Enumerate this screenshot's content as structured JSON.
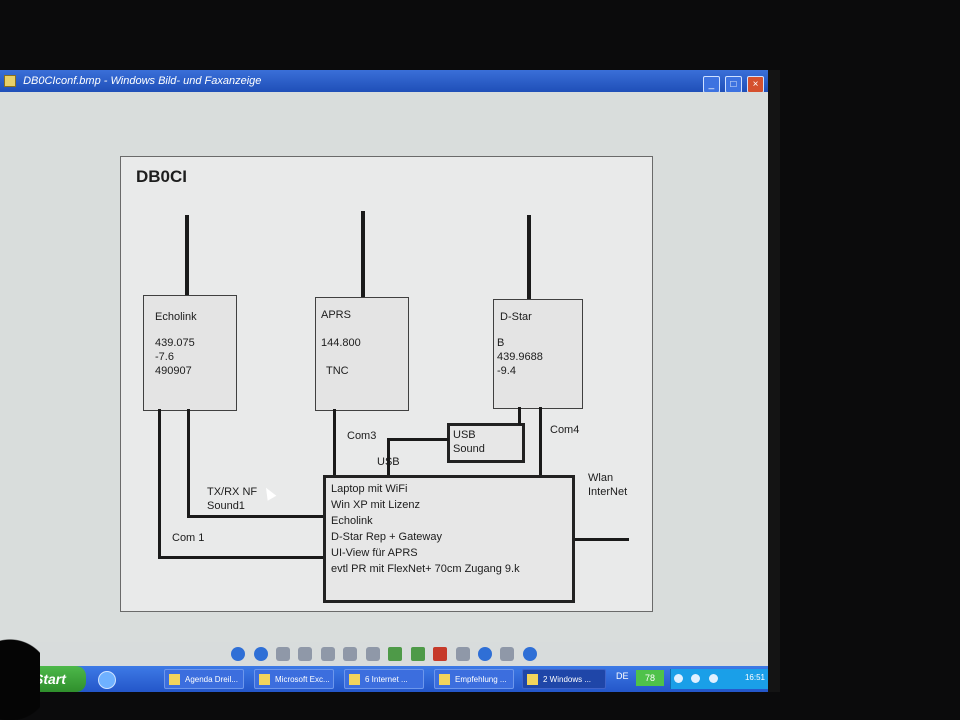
{
  "window": {
    "title": "DB0CIconf.bmp - Windows Bild- und Faxanzeige"
  },
  "diagram": {
    "title": "DB0CI",
    "echolink": {
      "label": "Echolink",
      "line1": "439.075",
      "line2": "-7.6",
      "line3": "490907"
    },
    "aprs": {
      "label": "APRS",
      "freq": "144.800",
      "tnc": "TNC"
    },
    "dstar": {
      "label": "D-Star",
      "line1": "B",
      "line2": "439.9688",
      "line3": "-9.4"
    },
    "usb_sound": {
      "line1": "USB",
      "line2": "Sound"
    },
    "labels": {
      "com3": "Com3",
      "com4": "Com4",
      "usb": "USB",
      "txrx1": "TX/RX NF",
      "txrx2": "Sound1",
      "com1": "Com 1",
      "wlan1": "Wlan",
      "wlan2": "InterNet"
    },
    "laptop": {
      "line1": "Laptop mit WiFi",
      "line2": "Win XP mit Lizenz",
      "line3": "Echolink",
      "line4": "D-Star Rep + Gateway",
      "line5": "UI-View für APRS",
      "line6": "evtl PR mit FlexNet+ 70cm Zugang 9.k"
    }
  },
  "taskbar": {
    "start": "Start",
    "tasks": [
      "Agenda Dreil...",
      "Microsoft Exc...",
      "6 Internet ...",
      "Empfehlung ...",
      "2 Windows ..."
    ],
    "lang": "DE",
    "battery": "78",
    "clock": "16:51"
  },
  "colors": {
    "titlebar": "#2a5cc8",
    "taskbar": "#2f62d3",
    "start": "#3ba537"
  }
}
